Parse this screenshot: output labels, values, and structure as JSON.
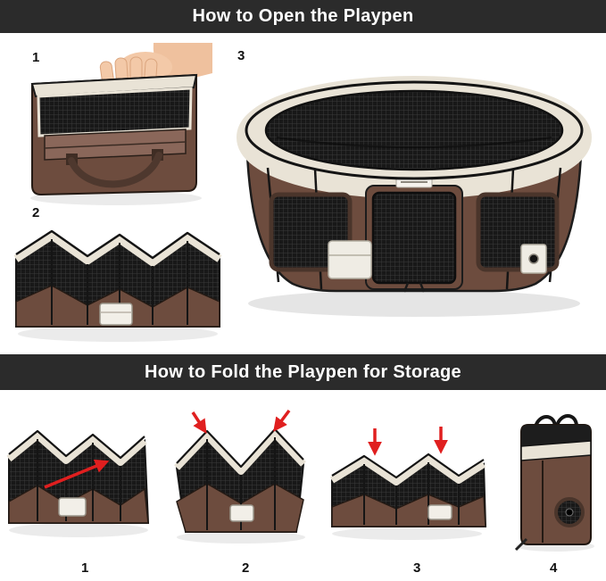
{
  "headers": {
    "open": "How to Open the Playpen",
    "fold": "How to Fold the Playpen for Storage"
  },
  "open_steps": {
    "s1": "1",
    "s2": "2",
    "s3": "3"
  },
  "fold_steps": {
    "s1": "1",
    "s2": "2",
    "s3": "3",
    "s4": "4"
  },
  "colors": {
    "header-bg": "#2b2b2b",
    "header-text": "#ffffff",
    "number-text": "#111111",
    "playpen-brown": "#6d4c3e",
    "playpen-cream": "#e9e3d6",
    "playpen-mesh": "#181818",
    "arrow-red": "#e01f1f"
  }
}
